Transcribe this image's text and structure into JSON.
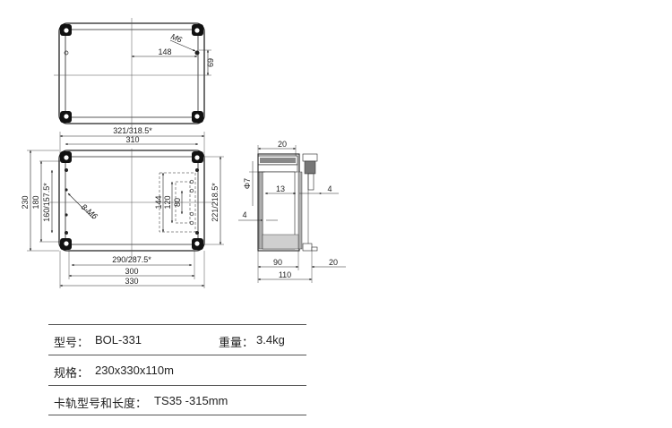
{
  "drawing": {
    "top_view": {
      "screw_label": "M6",
      "dim_width": "148",
      "dim_height": "69"
    },
    "front_view": {
      "dim_top_outer": "321/318.5*",
      "dim_top_inner": "310",
      "dim_left_outer": "230",
      "dim_left_mid": "180",
      "dim_left_inner": "160/157.5*",
      "dim_right": "221/218.5*",
      "dim_center_1": "144",
      "dim_center_2": "120",
      "dim_center_3": "80",
      "screw_label": "8-M6",
      "dim_bottom_1": "290/287.5*",
      "dim_bottom_2": "300",
      "dim_bottom_3": "330"
    },
    "side_view": {
      "dim_top": "20",
      "dim_phi": "Φ7",
      "dim_13": "13",
      "dim_4_right": "4",
      "dim_4_left": "4",
      "dim_90": "90",
      "dim_20_bottom": "20",
      "dim_110": "110"
    }
  },
  "specs": {
    "model_label": "型号：",
    "model_value": "BOL-331",
    "weight_label": "重量：",
    "weight_value": "3.4kg",
    "size_label": "规格：",
    "size_value": "230x330x110m",
    "rail_label": "卡轨型号和长度：",
    "rail_value": "TS35 -315mm"
  }
}
